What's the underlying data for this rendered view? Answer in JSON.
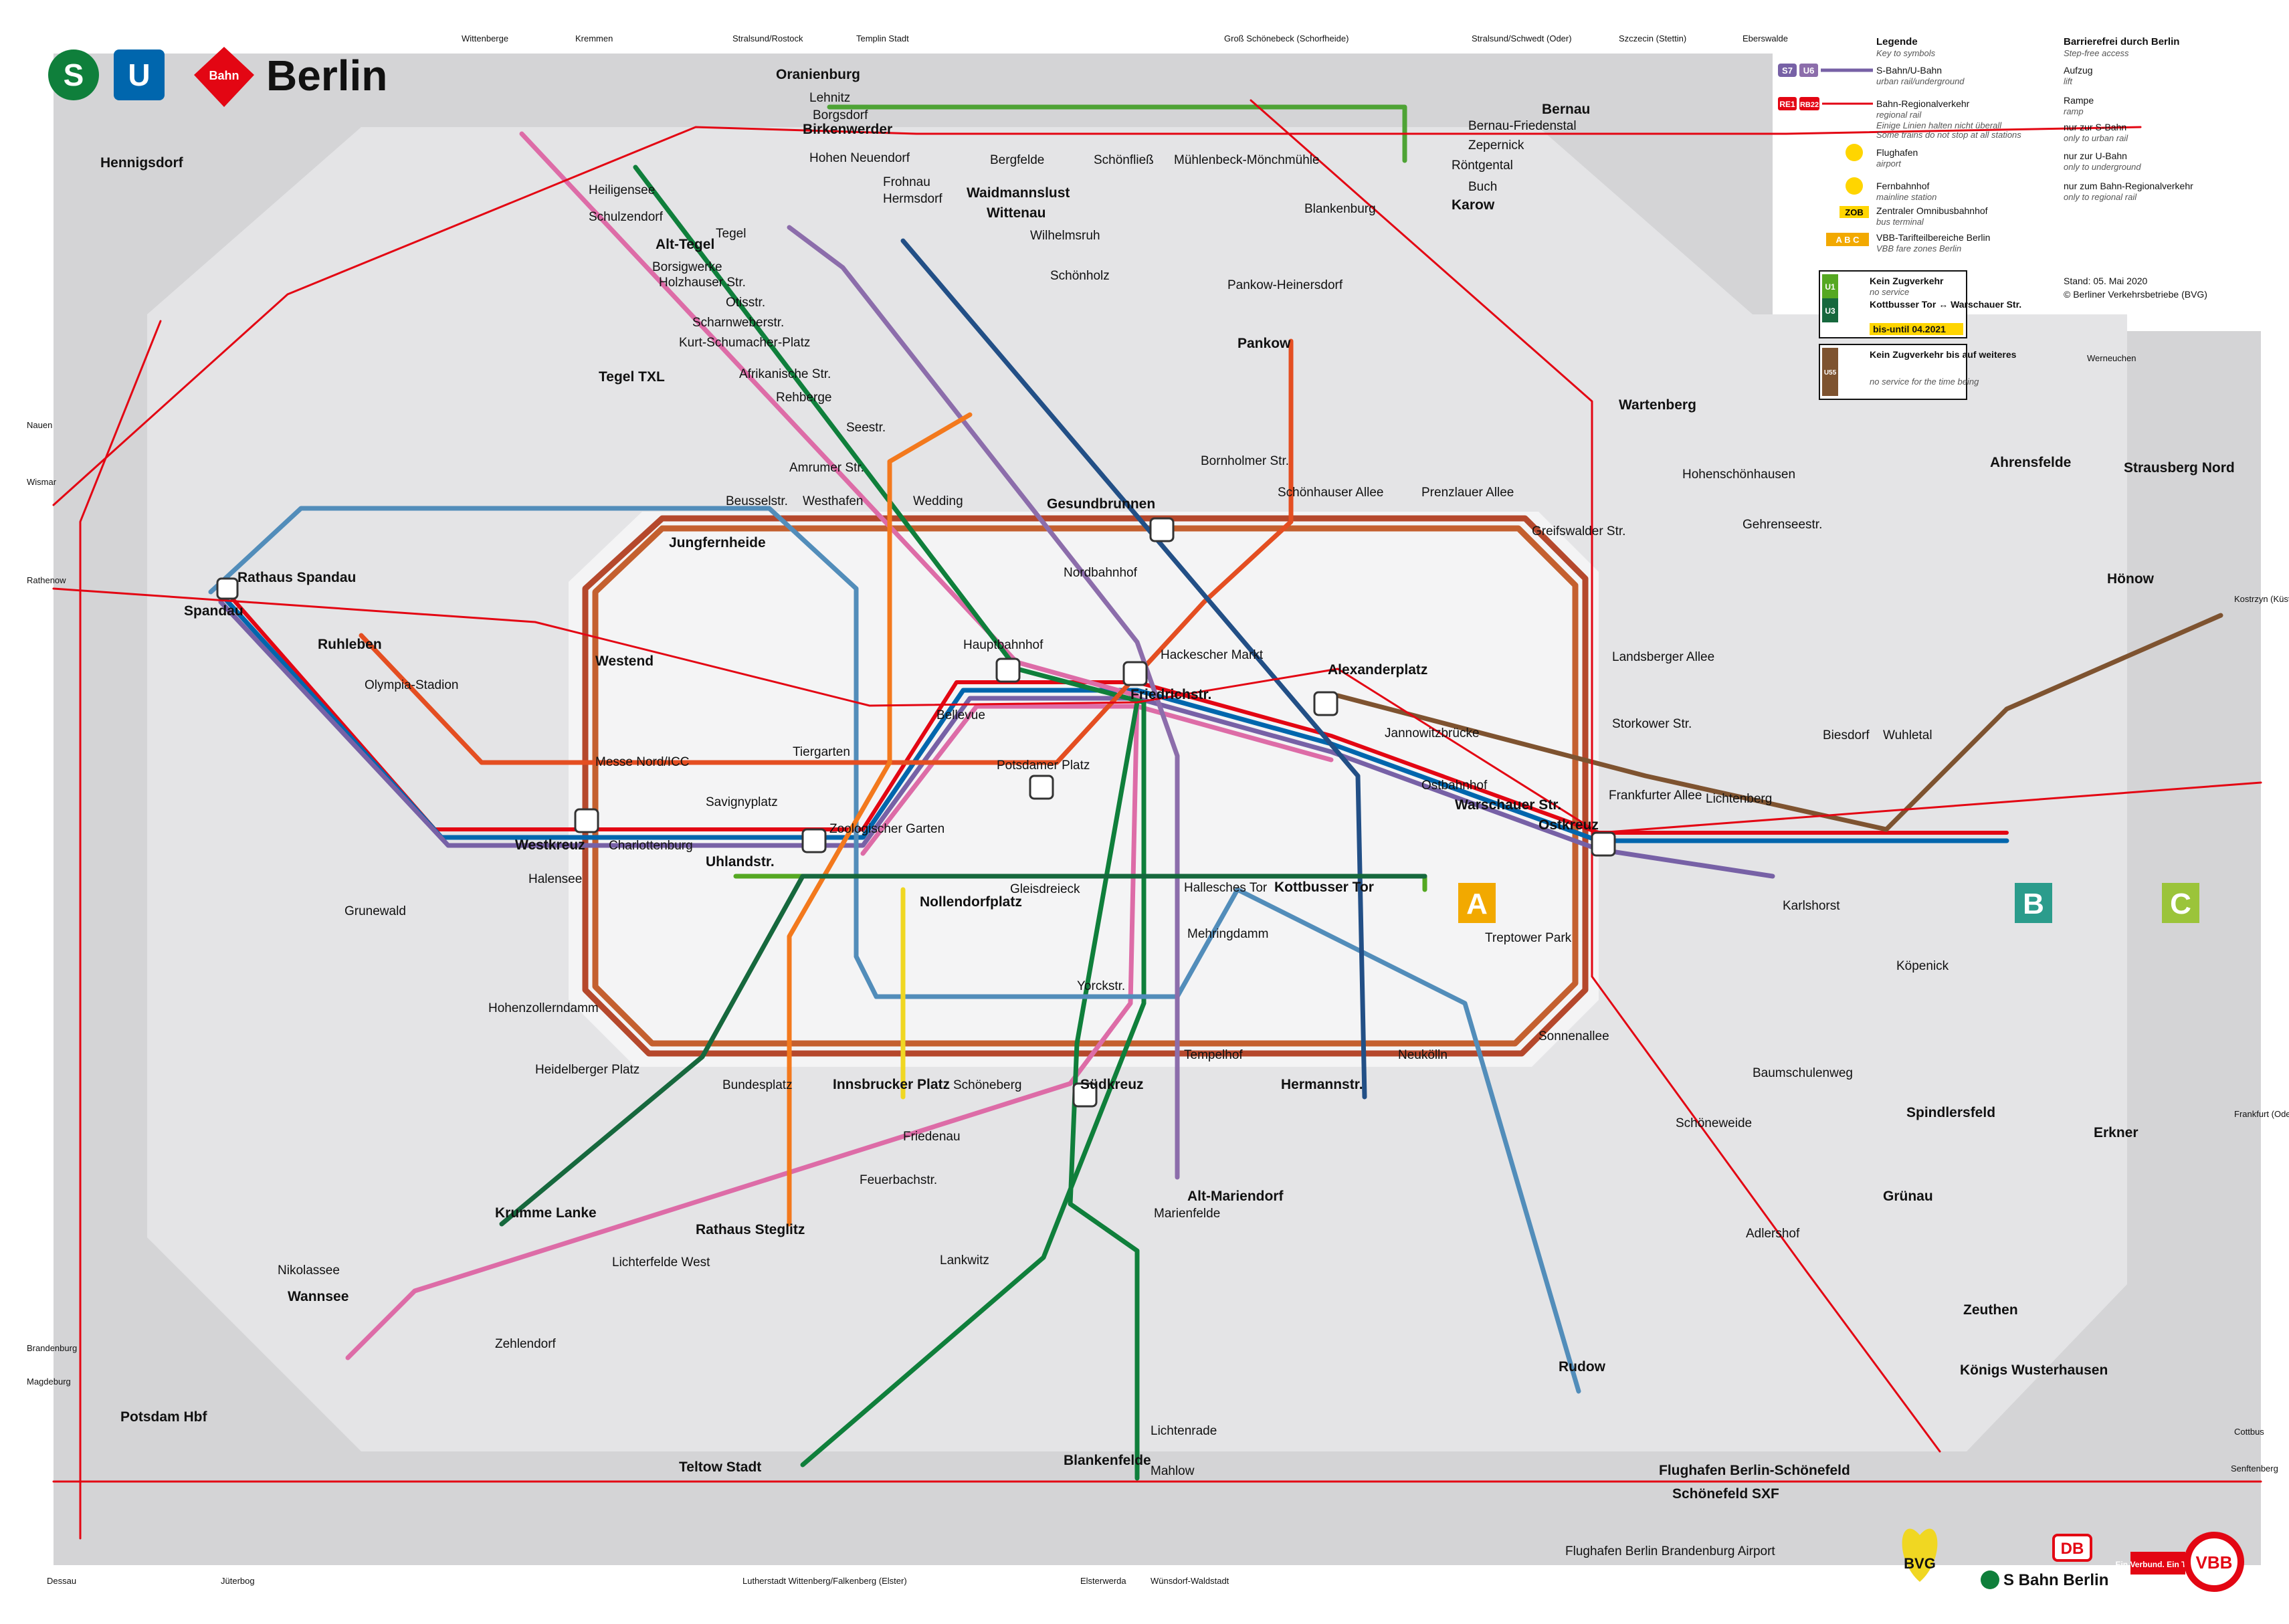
{
  "header": {
    "s_badge": "S",
    "u_badge": "U",
    "bahn_badge": "Bahn",
    "title": "Berlin"
  },
  "legend": {
    "title": "Legende",
    "title_en": "Key to symbols",
    "items": [
      {
        "label": "S-Bahn/U-Bahn",
        "sub": "urban rail/underground"
      },
      {
        "label": "Bahn-Regionalverkehr",
        "sub": "regional rail"
      },
      {
        "label": "Einige Linien halten nicht überall",
        "sub": "Some trains do not stop at all stations"
      },
      {
        "label": "Flughafen",
        "sub": "airport"
      },
      {
        "label": "Fernbahnhof",
        "sub": "mainline station"
      },
      {
        "label": "Zentraler Omnibusbahnhof",
        "sub": "bus terminal"
      },
      {
        "label": "VBB-Tarifteilbereiche Berlin",
        "sub": "VBB fare zones Berlin"
      }
    ],
    "barrier_title": "Barrierefrei durch Berlin",
    "barrier_sub": "Step-free access",
    "barrier_items": [
      {
        "label": "Aufzug",
        "sub": "lift"
      },
      {
        "label": "Rampe",
        "sub": "ramp"
      },
      {
        "label": "nur zur S-Bahn",
        "sub": "only to urban rail"
      },
      {
        "label": "nur zur U-Bahn",
        "sub": "only to underground"
      },
      {
        "label": "nur zum Bahn-Regionalverkehr",
        "sub": "only to regional rail"
      }
    ],
    "stand": "Stand: 05. Mai 2020",
    "copyright": "© Berliner Verkehrsbetriebe (BVG)",
    "notice1_title": "Kein Zugverkehr",
    "notice1_sub": "no service",
    "notice1_detail": "Kottbusser Tor ↔ Warschauer Str.",
    "notice1_until": "bis-until 04.2021",
    "notice2_title": "Kein Zugverkehr bis auf weiteres",
    "notice2_sub": "no service for the time being",
    "tag_s7": "S7",
    "tag_u6": "U6",
    "tag_re1": "RE1",
    "tag_rb22": "RB22",
    "tag_zob": "ZOB",
    "tag_u1": "U1",
    "tag_u3": "U3",
    "tag_u55": "U55",
    "tag_abc": "A B C"
  },
  "colors": {
    "s41": "#b5482c",
    "s42": "#c4602f",
    "ring_s": "#a0522d",
    "s1": "#dd6ca7",
    "s2": "#0f7f3b",
    "s25": "#0f7f3b",
    "s3": "#0066ad",
    "s5": "#f08929",
    "s7": "#7761a6",
    "s75": "#7761a6",
    "s8": "#4ea335",
    "s9": "#8c2b3e",
    "s45": "#c38737",
    "s46": "#c38737",
    "s47": "#c38737",
    "u1": "#55a822",
    "u2": "#e44e21",
    "u3": "#16683d",
    "u4": "#f0d722",
    "u5": "#7e5330",
    "u55": "#7e5330",
    "u6": "#8c6dab",
    "u7": "#528dba",
    "u8": "#224f86",
    "u9": "#f3791d",
    "re": "#e30613",
    "zone_a": "#f2a900",
    "zone_b": "#2b9c8c",
    "zone_c": "#9bc43a"
  },
  "zones": [
    "A",
    "B",
    "C"
  ],
  "stations": [
    {
      "name": "Hennigsdorf"
    },
    {
      "name": "Heiligensee"
    },
    {
      "name": "Schulzendorf"
    },
    {
      "name": "Alt-Tegel"
    },
    {
      "name": "Tegel"
    },
    {
      "name": "Borsigwerke"
    },
    {
      "name": "Holzhauser Str."
    },
    {
      "name": "Otisstr."
    },
    {
      "name": "Scharnweberstr."
    },
    {
      "name": "Kurt-Schumacher-Platz"
    },
    {
      "name": "Afrikanische Str."
    },
    {
      "name": "Rehberge"
    },
    {
      "name": "Seestr."
    },
    {
      "name": "Amrumer Str."
    },
    {
      "name": "Westhafen"
    },
    {
      "name": "Wedding"
    },
    {
      "name": "Gesundbrunnen"
    },
    {
      "name": "Bornholmer Str."
    },
    {
      "name": "Pankow"
    },
    {
      "name": "Oranienburg"
    },
    {
      "name": "Lehnitz"
    },
    {
      "name": "Borgsdorf"
    },
    {
      "name": "Birkenwerder"
    },
    {
      "name": "Hohen Neuendorf"
    },
    {
      "name": "Frohnau"
    },
    {
      "name": "Hermsdorf"
    },
    {
      "name": "Waidmannslust"
    },
    {
      "name": "Wittenau"
    },
    {
      "name": "Wilhelmsruh"
    },
    {
      "name": "Schönholz"
    },
    {
      "name": "Bergfelde"
    },
    {
      "name": "Schönfließ"
    },
    {
      "name": "Mühlenbeck-Mönchmühle"
    },
    {
      "name": "Blankenburg"
    },
    {
      "name": "Pankow-Heinersdorf"
    },
    {
      "name": "Bernau"
    },
    {
      "name": "Bernau-Friedenstal"
    },
    {
      "name": "Zepernick"
    },
    {
      "name": "Röntgental"
    },
    {
      "name": "Buch"
    },
    {
      "name": "Karow"
    },
    {
      "name": "Wartenberg"
    },
    {
      "name": "Hohenschönhausen"
    },
    {
      "name": "Gehrenseestr."
    },
    {
      "name": "Ahrensfelde"
    },
    {
      "name": "Strausberg Nord"
    },
    {
      "name": "Hönow"
    },
    {
      "name": "Schönhauser Allee"
    },
    {
      "name": "Prenzlauer Allee"
    },
    {
      "name": "Greifswalder Str."
    },
    {
      "name": "Landsberger Allee"
    },
    {
      "name": "Storkower Str."
    },
    {
      "name": "Frankfurter Allee"
    },
    {
      "name": "Ostkreuz"
    },
    {
      "name": "Treptower Park"
    },
    {
      "name": "Sonnenallee"
    },
    {
      "name": "Neukölln"
    },
    {
      "name": "Hermannstr."
    },
    {
      "name": "Tempelhof"
    },
    {
      "name": "Südkreuz"
    },
    {
      "name": "Schöneberg"
    },
    {
      "name": "Innsbrucker Platz"
    },
    {
      "name": "Bundesplatz"
    },
    {
      "name": "Heidelberger Platz"
    },
    {
      "name": "Hohenzollerndamm"
    },
    {
      "name": "Halensee"
    },
    {
      "name": "Westkreuz"
    },
    {
      "name": "Messe Nord/ICC"
    },
    {
      "name": "Westend"
    },
    {
      "name": "Jungfernheide"
    },
    {
      "name": "Beusselstr."
    },
    {
      "name": "Spandau"
    },
    {
      "name": "Rathaus Spandau"
    },
    {
      "name": "Alexanderplatz"
    },
    {
      "name": "Friedrichstr."
    },
    {
      "name": "Hauptbahnhof"
    },
    {
      "name": "Zoologischer Garten"
    },
    {
      "name": "Ostbahnhof"
    },
    {
      "name": "Warschauer Str."
    },
    {
      "name": "Potsdamer Platz"
    },
    {
      "name": "Kottbusser Tor"
    },
    {
      "name": "Hallesches Tor"
    },
    {
      "name": "Yorckstr."
    },
    {
      "name": "Uhlandstr."
    },
    {
      "name": "Nollendorfplatz"
    },
    {
      "name": "Rathaus Steglitz"
    },
    {
      "name": "Wannsee"
    },
    {
      "name": "Potsdam Hbf"
    },
    {
      "name": "Teltow Stadt"
    },
    {
      "name": "Blankenfelde"
    },
    {
      "name": "Flughafen Berlin-Schönefeld"
    },
    {
      "name": "Schönefeld SXF"
    },
    {
      "name": "Grünau"
    },
    {
      "name": "Spindlersfeld"
    },
    {
      "name": "Erkner"
    },
    {
      "name": "Königs Wusterhausen"
    },
    {
      "name": "Zeuthen"
    },
    {
      "name": "Rudow"
    },
    {
      "name": "Alt-Mariendorf"
    },
    {
      "name": "Krumme Lanke"
    },
    {
      "name": "Ruhleben"
    },
    {
      "name": "Olympia-Stadion"
    },
    {
      "name": "Tegel TXL"
    },
    {
      "name": "Flughafen Berlin Brandenburg Airport"
    },
    {
      "name": "Lichtenberg"
    },
    {
      "name": "Wuhletal"
    },
    {
      "name": "Biesdorf"
    },
    {
      "name": "Köpenick"
    },
    {
      "name": "Karlshorst"
    },
    {
      "name": "Bellevue"
    },
    {
      "name": "Tiergarten"
    },
    {
      "name": "Savignyplatz"
    },
    {
      "name": "Charlottenburg"
    },
    {
      "name": "Jannowitzbrücke"
    },
    {
      "name": "Hackescher Markt"
    },
    {
      "name": "Nordbahnhof"
    },
    {
      "name": "Mehringdamm"
    },
    {
      "name": "Gleisdreieck"
    },
    {
      "name": "Adlershof"
    },
    {
      "name": "Baumschulenweg"
    },
    {
      "name": "Schöneweide"
    },
    {
      "name": "Friedenau"
    },
    {
      "name": "Feuerbachstr."
    },
    {
      "name": "Lichterfelde West"
    },
    {
      "name": "Zehlendorf"
    },
    {
      "name": "Nikolassee"
    },
    {
      "name": "Grunewald"
    },
    {
      "name": "Lankwitz"
    },
    {
      "name": "Marienfelde"
    },
    {
      "name": "Lichtenrade"
    },
    {
      "name": "Mahlow"
    }
  ],
  "outer_labels": [
    "Wittenberge",
    "Kremmen",
    "Stralsund/Rostock",
    "Templin Stadt",
    "Groß Schönebeck (Schorfheide)",
    "Stralsund/Schwedt (Oder)",
    "Szczecin (Stettin)",
    "Eberswalde",
    "Nauen",
    "Wismar",
    "Rathenow",
    "Werneuchen",
    "Kostrzyn (Küstrin)",
    "Frankfurt (Oder)",
    "Cottbus",
    "Senftenberg",
    "Dessau",
    "Jüterbog",
    "Lutherstadt Wittenberg/Falkenberg (Elster)",
    "Elsterwerda",
    "Wünsdorf-Waldstadt",
    "Brandenburg",
    "Magdeburg"
  ],
  "footer": {
    "bvg": "BVG",
    "db": "DB",
    "sbahn": "S Bahn Berlin",
    "vbb_small": "Ein Verbund. Ein Tarif.",
    "vbb": "VBB"
  }
}
